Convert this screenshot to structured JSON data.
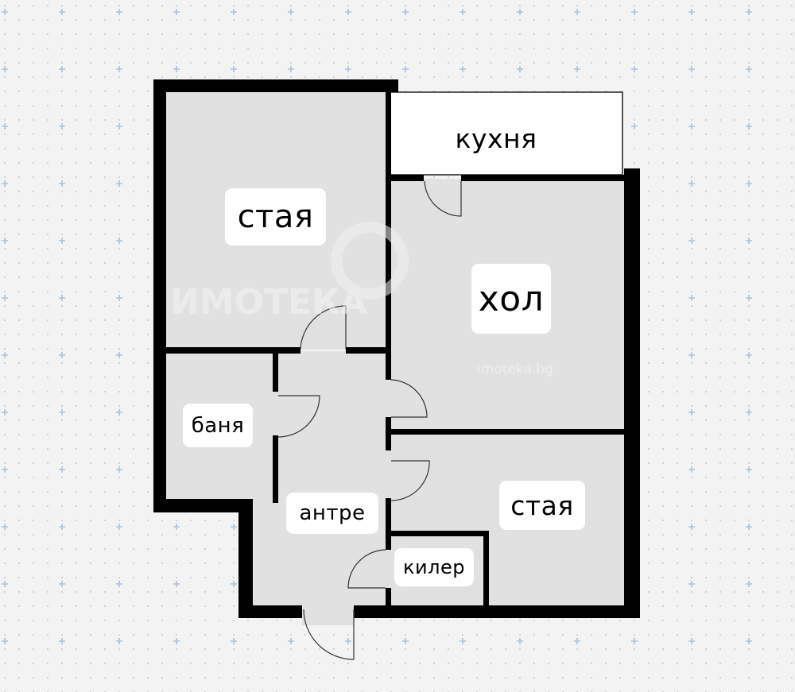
{
  "rooms": {
    "bedroom_top": "стая",
    "kitchen": "кухня",
    "hall": "хол",
    "bathroom": "баня",
    "entrance": "антре",
    "bedroom_bottom": "стая",
    "storage": "килер"
  },
  "watermark": {
    "brand": "ИМОТЕКА",
    "site": "imoteka.bg"
  },
  "colors": {
    "wall": "#000000",
    "floor": "#e1e1e1",
    "background": "#f3f3f4",
    "label_bg": "#ffffff"
  }
}
